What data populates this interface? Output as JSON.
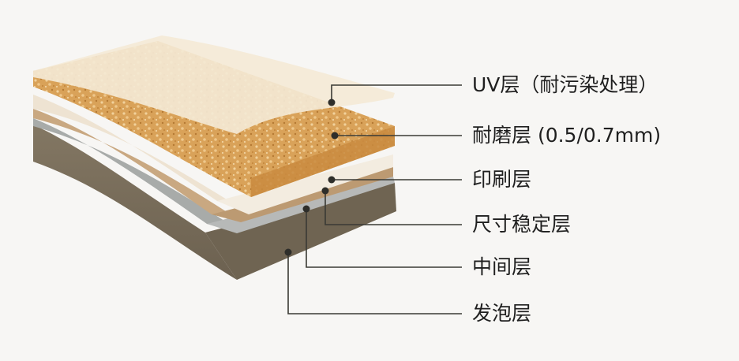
{
  "labels": [
    {
      "id": "uv",
      "text": "UV层（耐污染处理）"
    },
    {
      "id": "wear",
      "text": "耐磨层 (0.5/0.7mm)"
    },
    {
      "id": "print",
      "text": "印刷层"
    },
    {
      "id": "stable",
      "text": "尺寸稳定层"
    },
    {
      "id": "middle",
      "text": "中间层"
    },
    {
      "id": "foam",
      "text": "发泡层"
    }
  ],
  "colors": {
    "leader": "#3a3a34",
    "foam": "#7d715e",
    "middle": "#a7aaa9",
    "stable": "#c9a77f",
    "print": "#efe6d6",
    "wear": "#d79a4e",
    "uv": "#f4ead6"
  }
}
